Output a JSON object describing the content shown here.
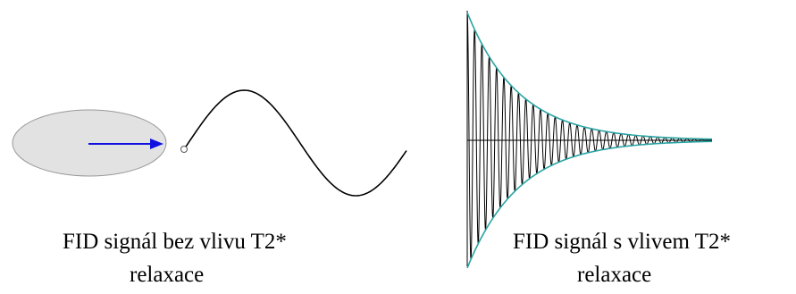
{
  "colors": {
    "ellipse_fill": "#e2e2e2",
    "ellipse_stroke": "#999999",
    "vector_arrow": "#1010e0",
    "signal_line": "#000000",
    "decay_envelope": "#2aa3a3"
  },
  "left_panel": {
    "caption_line1": "FID signál bez vlivu T2*",
    "caption_line2": "relaxace"
  },
  "right_panel": {
    "caption_line1": "FID signál s vlivem T2*",
    "caption_line2": "relaxace"
  }
}
